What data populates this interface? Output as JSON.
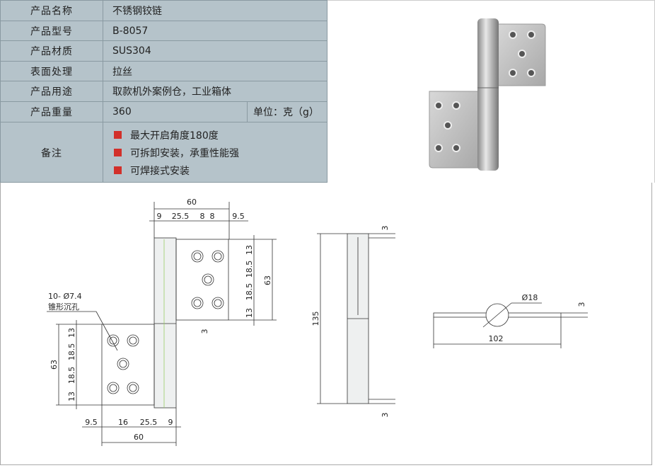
{
  "spec": {
    "rows": [
      {
        "label": "产品名称",
        "value": "不锈钢铰链"
      },
      {
        "label": "产品型号",
        "value": "B-8057"
      },
      {
        "label": "产品材质",
        "value": "SUS304"
      },
      {
        "label": "表面处理",
        "value": "拉丝"
      },
      {
        "label": "产品用途",
        "value": "取款机外案例仓，工业箱体"
      },
      {
        "label": "产品重量",
        "value": "360",
        "unit": "单位：克（g）"
      }
    ],
    "notes_label": "备注",
    "notes": [
      "最大开启角度180度",
      "可拆卸安装，承重性能强",
      "可焊接式安装"
    ],
    "bullet_color": "#d2302a"
  },
  "drawing": {
    "front": {
      "top_total": "60",
      "top_parts": [
        "9",
        "25.5",
        "8",
        "8",
        "9.5"
      ],
      "right_vert": [
        "13",
        "18.5",
        "18.5",
        "13"
      ],
      "right_total": "63",
      "gap": "3",
      "hole_note": "10- Ø7.4",
      "hole_note2": "锥形沉孔",
      "left_vert": [
        "13",
        "18.5",
        "18.5",
        "13"
      ],
      "left_total": "63",
      "bottom_parts": [
        "9.5",
        "16",
        "25.5",
        "9"
      ],
      "bottom_total": "60"
    },
    "side": {
      "height": "135",
      "top_gap": "3",
      "bottom_gap": "3"
    },
    "top": {
      "diameter": "Ø18",
      "width": "102",
      "thickness": "3"
    }
  }
}
